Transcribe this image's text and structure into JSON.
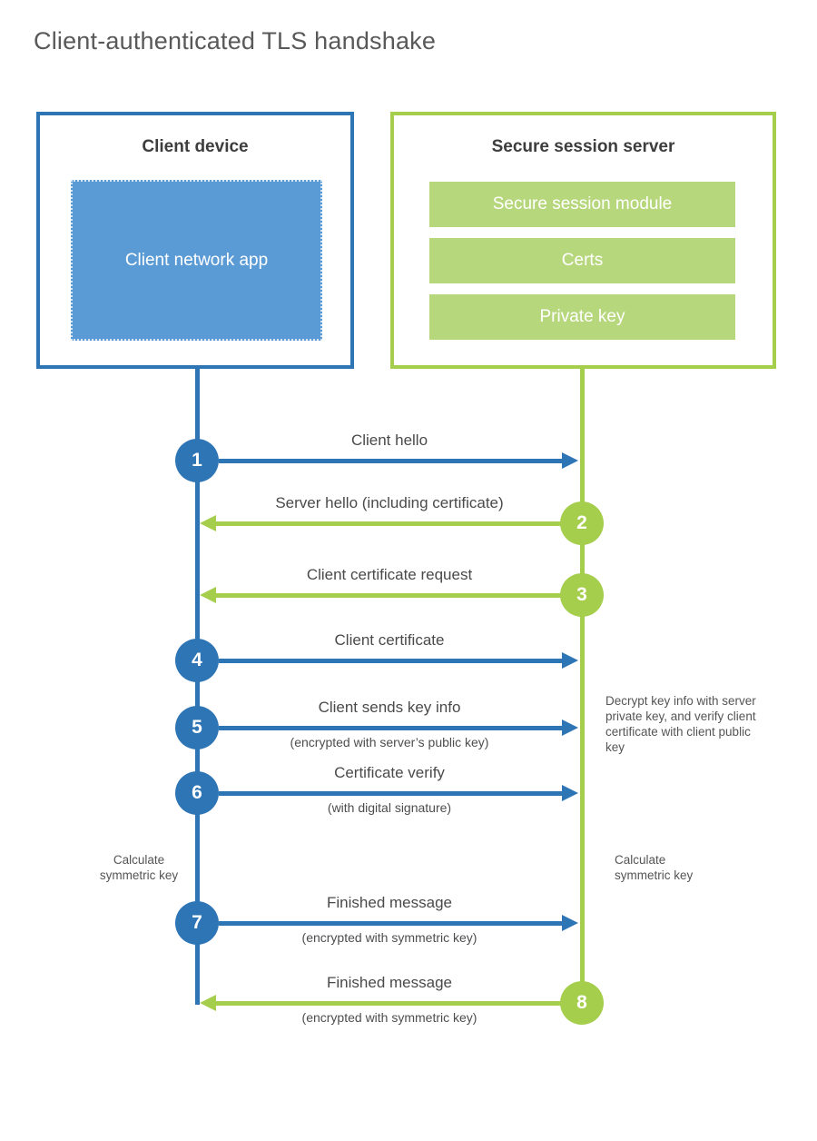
{
  "title": "Client-authenticated TLS handshake",
  "colors": {
    "blue_accent": "#2e75b6",
    "blue_fill": "#5b9bd5",
    "green_accent": "#a4ce4b",
    "green_fill": "#b7d77d"
  },
  "client": {
    "title": "Client device",
    "app_label": "Client network app"
  },
  "server": {
    "title": "Secure session server",
    "modules": [
      "Secure session module",
      "Certs",
      "Private key"
    ]
  },
  "messages": [
    {
      "num": "1",
      "from": "client",
      "label": "Client hello",
      "sub": ""
    },
    {
      "num": "2",
      "from": "server",
      "label": "Server hello (including certificate)",
      "sub": ""
    },
    {
      "num": "3",
      "from": "server",
      "label": "Client certificate request",
      "sub": ""
    },
    {
      "num": "4",
      "from": "client",
      "label": "Client certificate",
      "sub": ""
    },
    {
      "num": "5",
      "from": "client",
      "label": "Client sends key info",
      "sub": "(encrypted with server’s public key)"
    },
    {
      "num": "6",
      "from": "client",
      "label": "Certificate verify",
      "sub": "(with digital signature)"
    },
    {
      "num": "7",
      "from": "client",
      "label": "Finished message",
      "sub": "(encrypted with symmetric key)"
    },
    {
      "num": "8",
      "from": "server",
      "label": "Finished message",
      "sub": "(encrypted with symmetric key)"
    }
  ],
  "annotations": {
    "decrypt_note": "Decrypt key info with server private key, and verify client certificate with client public key",
    "calculate_left": "Calculate symmetric key",
    "calculate_right": "Calculate symmetric key"
  }
}
